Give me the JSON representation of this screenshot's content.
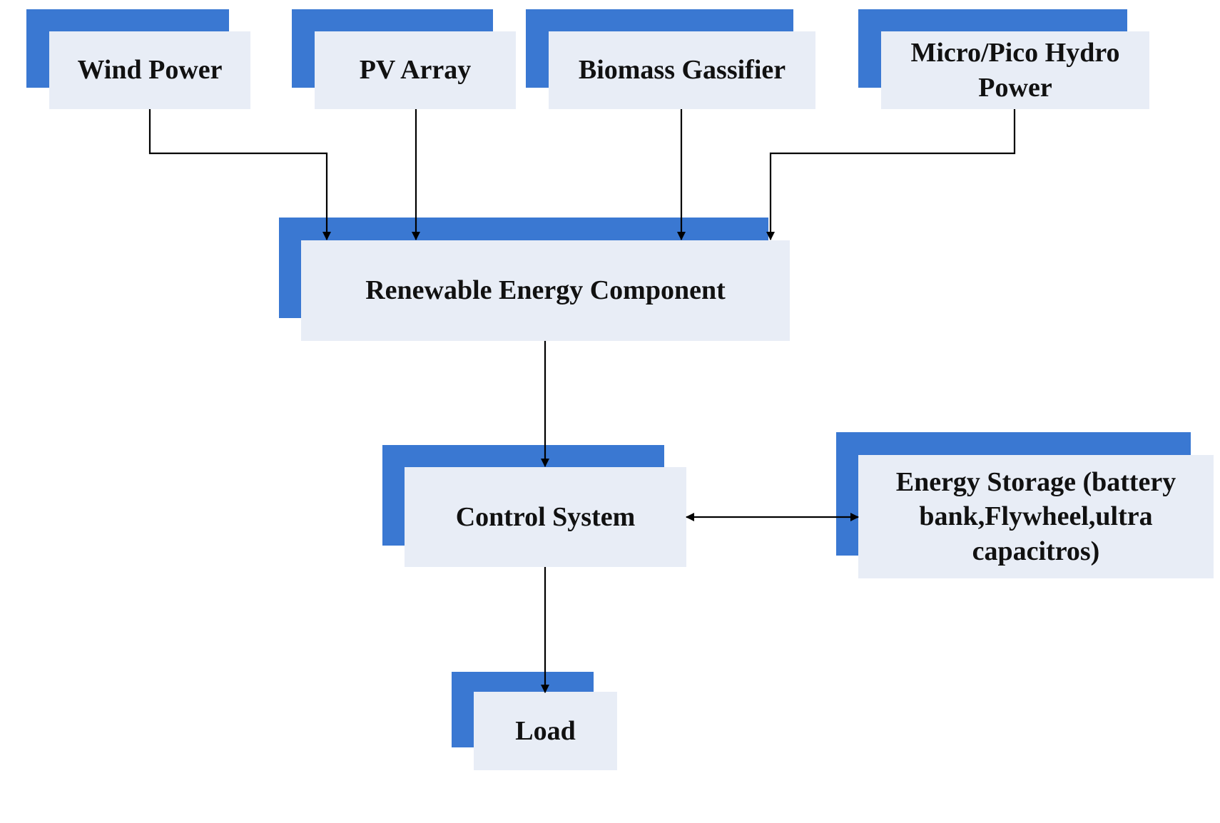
{
  "diagram": {
    "colors": {
      "accent": "#3a78d2",
      "box_fill": "#e8edf6",
      "line": "#000000",
      "text": "#111111"
    },
    "nodes": {
      "wind_power": {
        "label": "Wind Power"
      },
      "pv_array": {
        "label": "PV Array"
      },
      "biomass": {
        "label": "Biomass Gassifier"
      },
      "hydro": {
        "label": "Micro/Pico Hydro Power"
      },
      "renewable": {
        "label": "Renewable Energy Component"
      },
      "control": {
        "label": "Control System"
      },
      "storage": {
        "label": "Energy Storage (battery bank,Flywheel,ultra capacitros)"
      },
      "load": {
        "label": "Load"
      }
    },
    "edges": [
      {
        "from": "wind_power",
        "to": "renewable",
        "direction": "forward"
      },
      {
        "from": "pv_array",
        "to": "renewable",
        "direction": "forward"
      },
      {
        "from": "biomass",
        "to": "renewable",
        "direction": "forward"
      },
      {
        "from": "hydro",
        "to": "renewable",
        "direction": "forward"
      },
      {
        "from": "renewable",
        "to": "control",
        "direction": "forward"
      },
      {
        "from": "control",
        "to": "storage",
        "direction": "bidirectional"
      },
      {
        "from": "control",
        "to": "load",
        "direction": "forward"
      }
    ]
  }
}
